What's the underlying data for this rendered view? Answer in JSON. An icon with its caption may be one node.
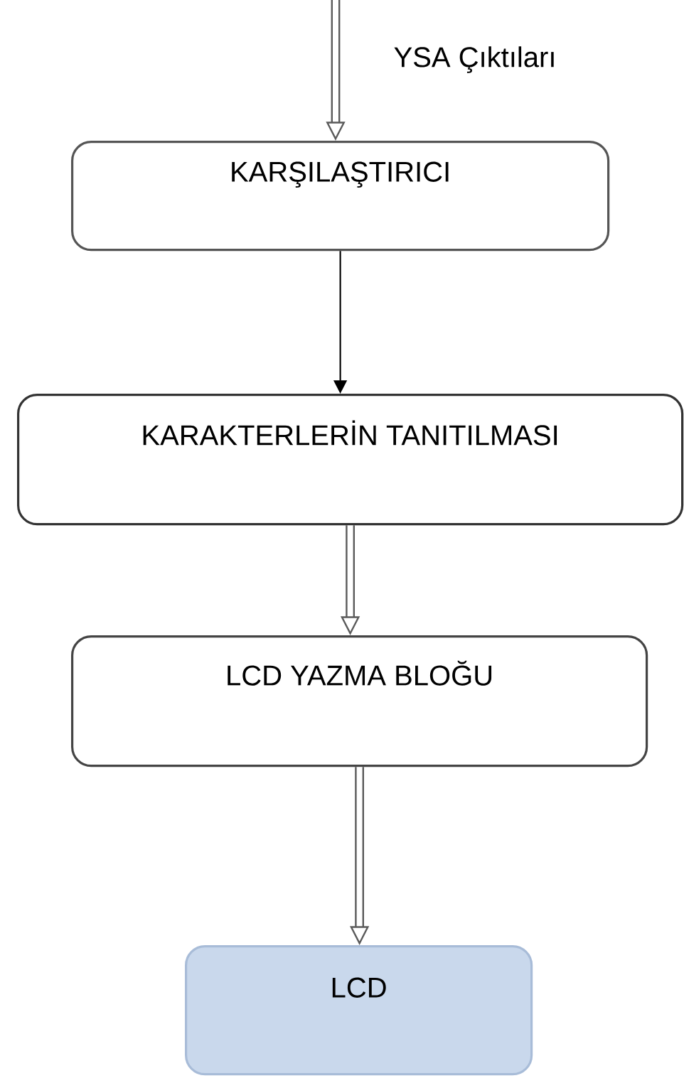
{
  "diagram": {
    "nodes": [
      {
        "text": [
          "KARŞILAŞTIRICI"
        ]
      },
      {
        "text": [
          "KARAKTERLERİN TANITILMASI"
        ]
      },
      {
        "text": [
          "LCD YAZMA BLOĞU"
        ]
      },
      {
        "text": [
          "LCD"
        ]
      }
    ],
    "edges": [
      {
        "from": null,
        "to": 0,
        "arrow": "to",
        "label": "YSA Çıktıları"
      },
      {
        "from": 0,
        "to": 1,
        "arrow": "to",
        "color": "#000000"
      },
      {
        "from": 1,
        "to": 2,
        "arrow": "to"
      },
      {
        "from": 2,
        "to": 3,
        "arrow": "to"
      }
    ]
  }
}
